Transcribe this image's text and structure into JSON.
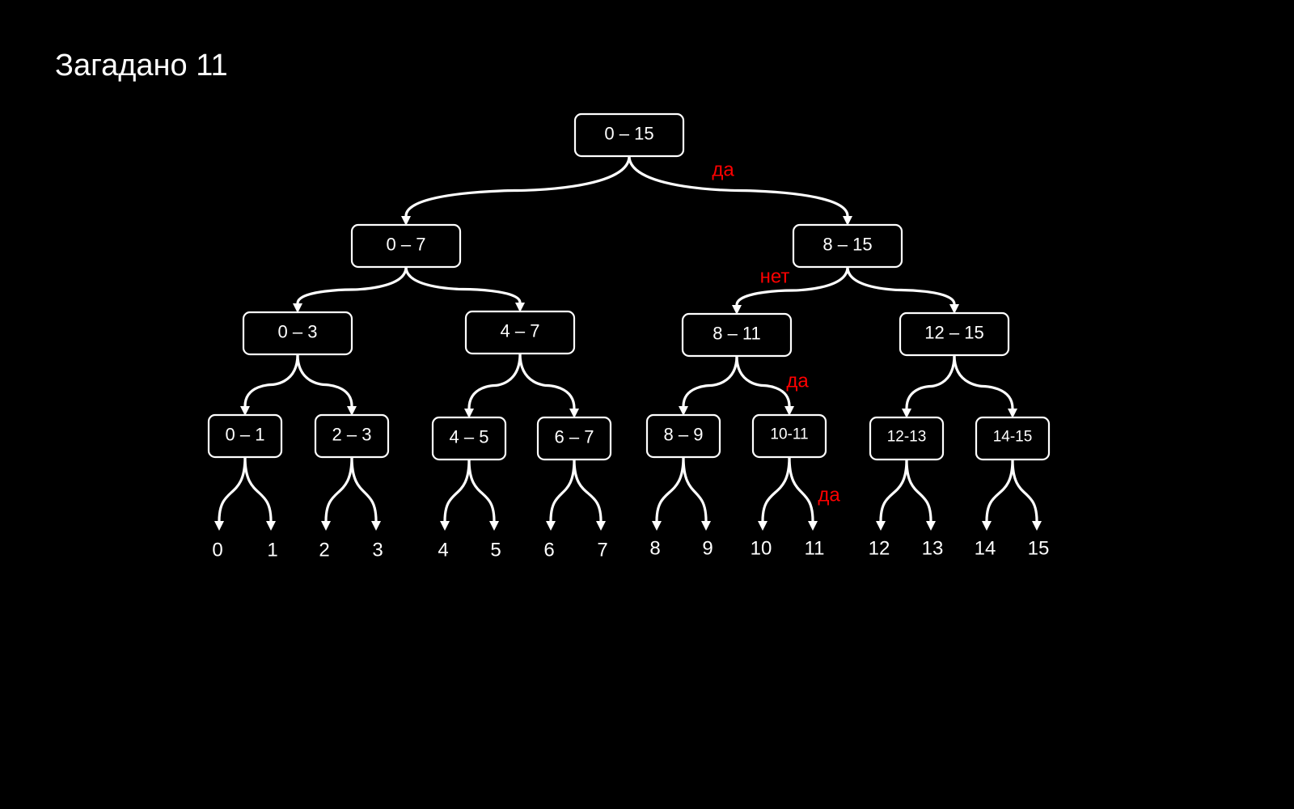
{
  "title": "Загадано 11",
  "colors": {
    "background": "#000000",
    "foreground": "#ffffff",
    "answer": "#ff0000"
  },
  "nodes": [
    {
      "id": "n0_15",
      "label": "0 – 15",
      "level": 0
    },
    {
      "id": "n0_7",
      "label": "0 – 7",
      "level": 1
    },
    {
      "id": "n8_15",
      "label": "8 – 15",
      "level": 1
    },
    {
      "id": "n0_3",
      "label": "0 – 3",
      "level": 2
    },
    {
      "id": "n4_7",
      "label": "4 – 7",
      "level": 2
    },
    {
      "id": "n8_11",
      "label": "8 – 11",
      "level": 2
    },
    {
      "id": "n12_15",
      "label": "12 – 15",
      "level": 2
    },
    {
      "id": "n0_1",
      "label": "0 – 1",
      "level": 3
    },
    {
      "id": "n2_3",
      "label": "2 – 3",
      "level": 3
    },
    {
      "id": "n4_5",
      "label": "4 – 5",
      "level": 3
    },
    {
      "id": "n6_7",
      "label": "6 – 7",
      "level": 3
    },
    {
      "id": "n8_9",
      "label": "8 – 9",
      "level": 3
    },
    {
      "id": "n10_11",
      "label": "10-11",
      "level": 3
    },
    {
      "id": "n12_13",
      "label": "12-13",
      "level": 3
    },
    {
      "id": "n14_15",
      "label": "14-15",
      "level": 3
    }
  ],
  "leaves": [
    "0",
    "1",
    "2",
    "3",
    "4",
    "5",
    "6",
    "7",
    "8",
    "9",
    "10",
    "11",
    "12",
    "13",
    "14",
    "15"
  ],
  "answers": [
    {
      "text": "да",
      "after": "0 – 15",
      "direction": "right"
    },
    {
      "text": "нет",
      "after": "8 – 15",
      "direction": "left"
    },
    {
      "text": "да",
      "after": "8 – 11",
      "direction": "right"
    },
    {
      "text": "да",
      "after": "10-11",
      "direction": "right"
    }
  ]
}
